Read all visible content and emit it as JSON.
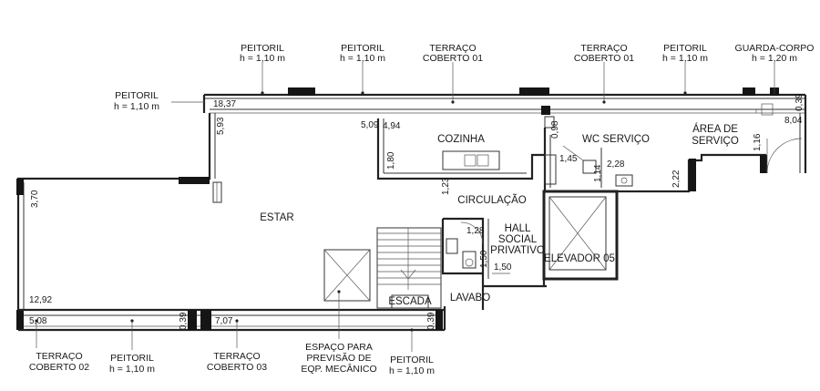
{
  "labels": {
    "peitoril_1": {
      "line1": "PEITORIL",
      "line2": "h = 1,10 m"
    },
    "peitoril_2": {
      "line1": "PEITORIL",
      "line2": "h = 1,10 m"
    },
    "terraco_top_1": {
      "line1": "TERRAÇO",
      "line2": "COBERTO 01"
    },
    "terraco_top_2": {
      "line1": "TERRAÇO",
      "line2": "COBERTO 01"
    },
    "peitoril_3": {
      "line1": "PEITORIL",
      "line2": "h = 1,10 m"
    },
    "guarda_corpo": {
      "line1": "GUARDA-CORPO",
      "line2": "h = 1,20 m"
    },
    "peitoril_left": {
      "line1": "PEITORIL",
      "line2": "h = 1,10 m"
    },
    "terraco_02": {
      "line1": "TERRAÇO",
      "line2": "COBERTO 02"
    },
    "peitoril_bottom_1": {
      "line1": "PEITORIL",
      "line2": "h = 1,10 m"
    },
    "terraco_03": {
      "line1": "TERRAÇO",
      "line2": "COBERTO 03"
    },
    "eqp": {
      "line1": "ESPAÇO PARA",
      "line2": "PREVISÃO DE",
      "line3": "EQP. MECÂNICO"
    },
    "peitoril_bottom_2": {
      "line1": "PEITORIL",
      "line2": "h = 1,10 m"
    }
  },
  "rooms": {
    "cozinha": "COZINHA",
    "wc_servico": "WC SERVIÇO",
    "area_servico": {
      "line1": "ÁREA DE",
      "line2": "SERVIÇO"
    },
    "estar": "ESTAR",
    "circulacao": "CIRCULAÇÃO",
    "hall": {
      "line1": "HALL",
      "line2": "SOCIAL",
      "line3": "PRIVATIVO"
    },
    "elevador": "ELEVADOR 05",
    "escada": "ESCADA",
    "lavabo": "LAVABO"
  },
  "dimensions": {
    "d_18_37": "18,37",
    "d_5_93": "5,93",
    "d_5_09": "5,09",
    "d_4_94": "4,94",
    "d_0_98": "0,98",
    "d_0_39_top": "0,39",
    "d_8_04": "8,04",
    "d_1_16": "1,16",
    "d_1_45": "1,45",
    "d_2_28": "2,28",
    "d_1_14": "1,14",
    "d_2_22": "2,22",
    "d_1_80": "1,80",
    "d_1_23": "1,23",
    "d_3_70": "3,70",
    "d_1_28": "1,28",
    "d_1_50_v": "1,50",
    "d_1_50_h": "1,50",
    "d_12_92": "12,92",
    "d_5_08": "5,08",
    "d_0_39_left": "0,39",
    "d_7_07": "7,07",
    "d_0_39_right": "0,39"
  }
}
